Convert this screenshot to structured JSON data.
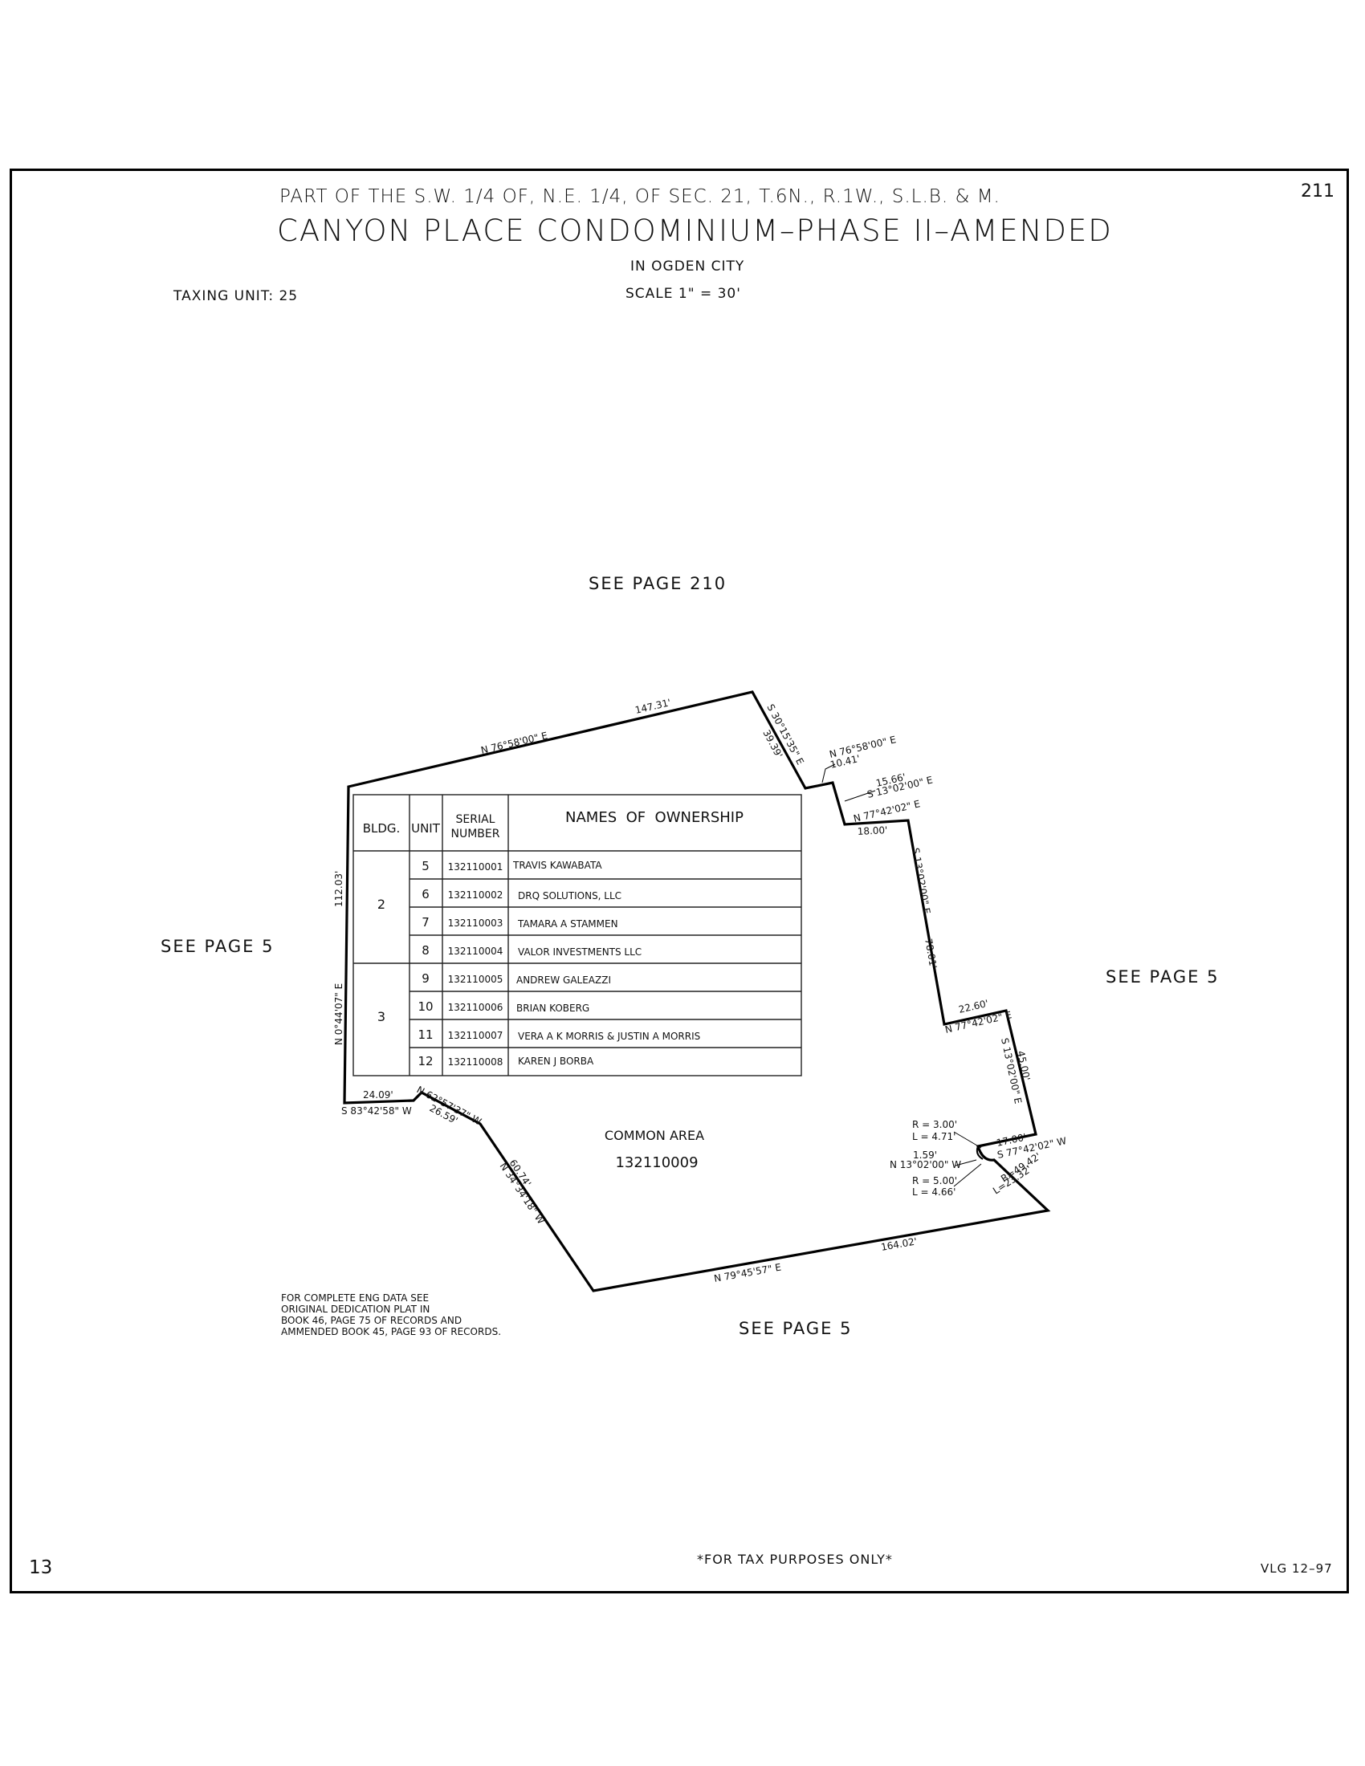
{
  "header": {
    "subtitle": "PART OF THE S.W. 1/4 OF, N.E. 1/4, OF SEC. 21, T.6N., R.1W., S.L.B. & M.",
    "title": "CANYON PLACE CONDOMINIUM–PHASE II–AMENDED",
    "city": "IN OGDEN CITY",
    "scale": "SCALE 1\" = 30'",
    "taxing_unit": "TAXING UNIT: 25",
    "page_number": "211"
  },
  "references": {
    "top": "SEE PAGE 210",
    "left": "SEE PAGE 5",
    "right": "SEE PAGE 5",
    "bottom": "SEE PAGE 5"
  },
  "ownership_table": {
    "headers": {
      "bldg": "BLDG.",
      "unit": "UNIT",
      "serial_line1": "SERIAL",
      "serial_line2": "NUMBER",
      "names": "NAMES  OF  OWNERSHIP"
    },
    "buildings": [
      {
        "bldg": "2",
        "rows": [
          {
            "unit": "5",
            "serial": "132110001",
            "name": "TRAVIS KAWABATA"
          },
          {
            "unit": "6",
            "serial": "132110002",
            "name": "DRQ SOLUTIONS, LLC"
          },
          {
            "unit": "7",
            "serial": "132110003",
            "name": "TAMARA A STAMMEN"
          },
          {
            "unit": "8",
            "serial": "132110004",
            "name": "VALOR INVESTMENTS LLC"
          }
        ]
      },
      {
        "bldg": "3",
        "rows": [
          {
            "unit": "9",
            "serial": "132110005",
            "name": "ANDREW GALEAZZI"
          },
          {
            "unit": "10",
            "serial": "132110006",
            "name": "BRIAN KOBERG"
          },
          {
            "unit": "11",
            "serial": "132110007",
            "name": "VERA A K MORRIS & JUSTIN A MORRIS"
          },
          {
            "unit": "12",
            "serial": "132110008",
            "name": "KAREN J BORBA"
          }
        ]
      }
    ]
  },
  "common_area": {
    "label": "COMMON AREA",
    "serial": "132110009"
  },
  "boundary_labels": {
    "north_bearing": "N 76°58'00\" E",
    "north_dist": "147.31'",
    "ne_bearing": "S 30°15'35\" E",
    "ne_dist": "39.39'",
    "jog1_bearing": "N 76°58'00\" E",
    "jog1_dist": "10.41'",
    "jog2_dist": "15.66'",
    "jog2_bearing": "S 13°02'00\" E",
    "jog3_bearing": "N 77°42'02\" E",
    "jog3_dist": "18.00'",
    "east_bearing": "S 13°02'00\" E",
    "east_dist": "78.01'",
    "step_dist": "22.60'",
    "step_bearing": "N 77°42'02\" E",
    "east2_bearing": "S 13°02'00\" E",
    "east2_dist": "45.00'",
    "curve1_r": "R = 3.00'",
    "curve1_l": "L = 4.71'",
    "short_dist": "1.59'",
    "short_bearing": "N 13°02'00\" W",
    "curve2_r": "R = 5.00'",
    "curve2_l": "L = 4.66'",
    "se_dist": "17.00'",
    "se_bearing": "S 77°42'02\" W",
    "curve3_r": "R=49.42'",
    "curve3_l": "L=23.32'",
    "south_bearing": "N 79°45'57\" E",
    "south_dist": "164.02'",
    "sw_bearing": "N 34°34'18\" W",
    "sw_dist": "60.74'",
    "wsw_bearing": "N 62°57'37\" W",
    "wsw_dist": "26.59'",
    "w_bottom_dist": "24.09'",
    "w_bottom_bearing": "S 83°42'58\" W",
    "west_bearing": "N 0°44'07\" E",
    "west_dist": "112.03'"
  },
  "note": "FOR COMPLETE ENG DATA SEE\nORIGINAL DEDICATION PLAT IN\nBOOK 46, PAGE 75 OF RECORDS AND\nAMMENDED BOOK 45, PAGE 93 OF RECORDS.",
  "footer": {
    "sheet_number": "13",
    "disclaimer": "*FOR TAX PURPOSES ONLY*",
    "drafter": "VLG 12–97"
  }
}
